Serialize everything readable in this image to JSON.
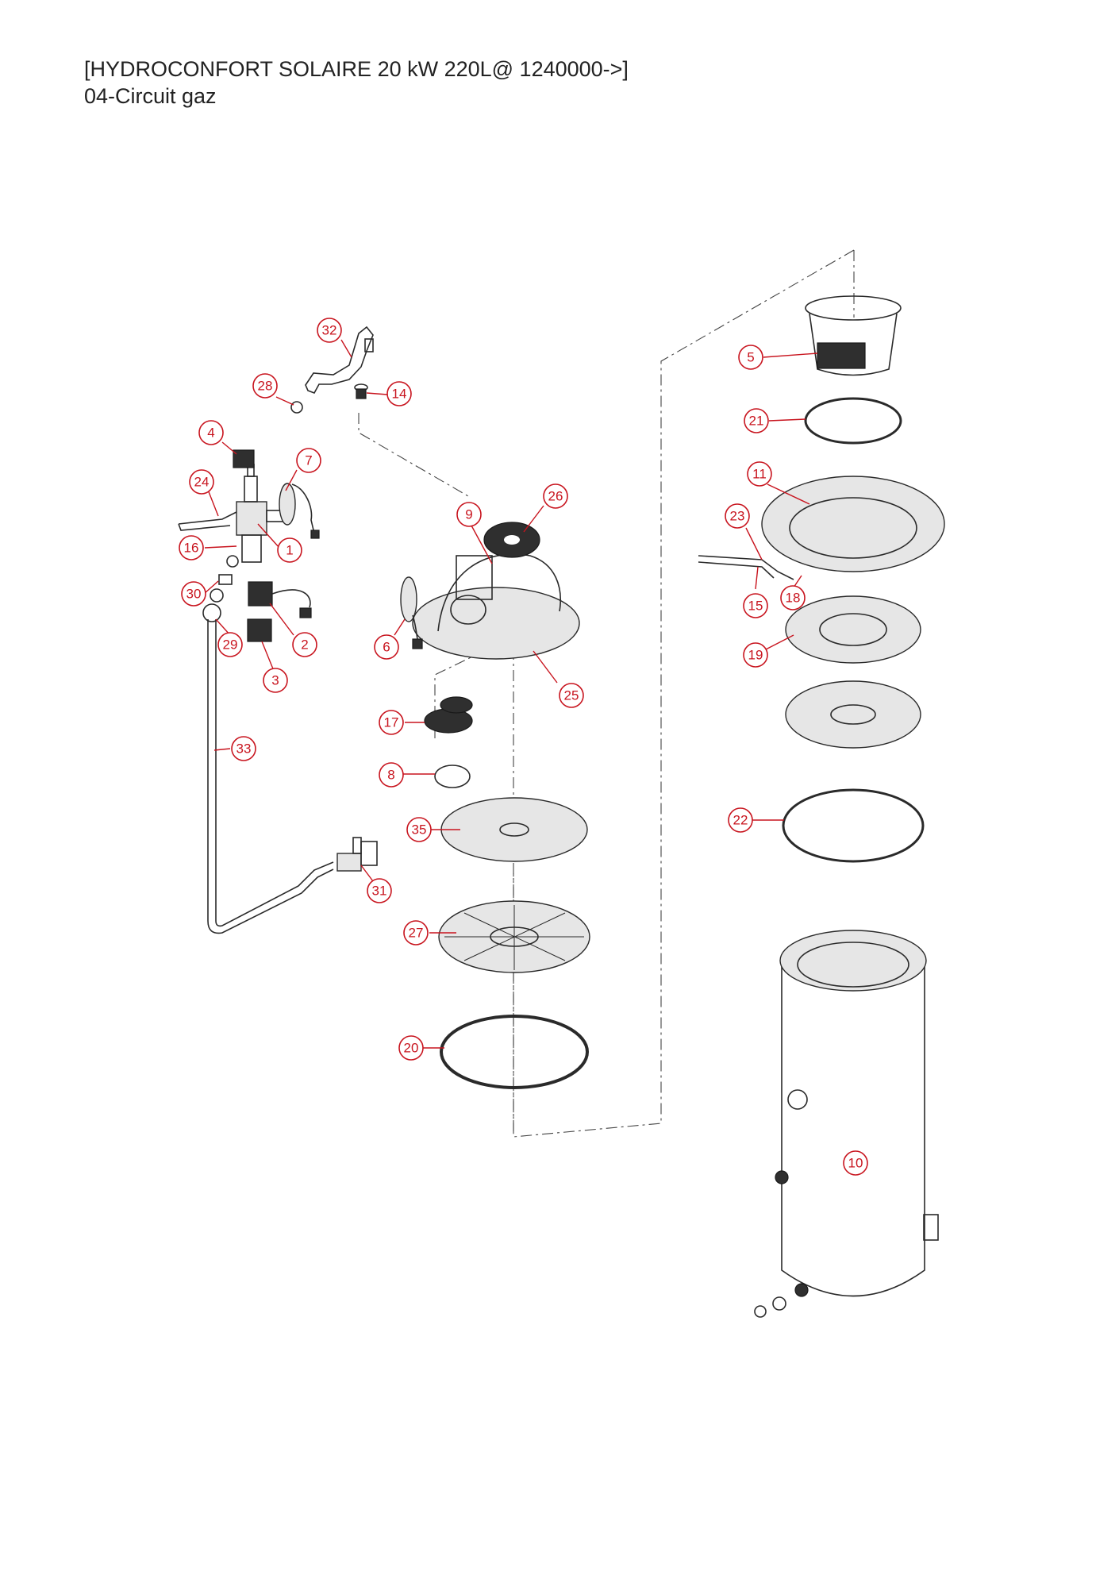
{
  "header": {
    "title": "[HYDROCONFORT SOLAIRE 20 kW 220L@ 1240000->]",
    "subtitle": "04-Circuit gaz"
  },
  "callouts": [
    {
      "label": "32"
    },
    {
      "label": "28"
    },
    {
      "label": "14"
    },
    {
      "label": "4"
    },
    {
      "label": "7"
    },
    {
      "label": "24"
    },
    {
      "label": "16"
    },
    {
      "label": "1"
    },
    {
      "label": "30"
    },
    {
      "label": "29"
    },
    {
      "label": "2"
    },
    {
      "label": "3"
    },
    {
      "label": "33"
    },
    {
      "label": "9"
    },
    {
      "label": "26"
    },
    {
      "label": "6"
    },
    {
      "label": "25"
    },
    {
      "label": "17"
    },
    {
      "label": "8"
    },
    {
      "label": "35"
    },
    {
      "label": "31"
    },
    {
      "label": "27"
    },
    {
      "label": "20"
    },
    {
      "label": "5"
    },
    {
      "label": "21"
    },
    {
      "label": "11"
    },
    {
      "label": "23"
    },
    {
      "label": "15"
    },
    {
      "label": "18"
    },
    {
      "label": "19"
    },
    {
      "label": "22"
    },
    {
      "label": "10"
    }
  ],
  "colors": {
    "callout": "#c8141e",
    "line": "#2a2a2a"
  }
}
